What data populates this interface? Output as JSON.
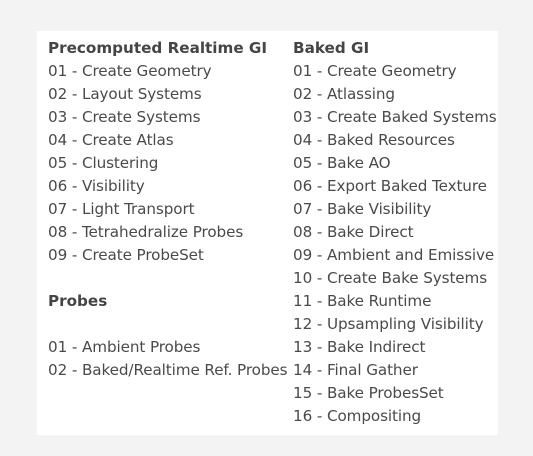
{
  "left_column": {
    "precomputed_heading": "Precomputed Realtime GI",
    "precomputed_items": [
      "01 - Create Geometry",
      "02 - Layout Systems",
      "03 - Create Systems",
      "04 - Create Atlas",
      "05 - Clustering",
      "06 - Visibility",
      "07 - Light Transport",
      "08 - Tetrahedralize Probes",
      "09 - Create ProbeSet"
    ],
    "probes_heading": "Probes",
    "probes_items": [
      "01 - Ambient Probes",
      "02 - Baked/Realtime Ref. Probes"
    ]
  },
  "right_column": {
    "baked_heading": "Baked GI",
    "baked_items": [
      "01 - Create Geometry",
      "02 - Atlassing",
      "03 - Create Baked Systems",
      "04 - Baked Resources",
      "05 - Bake AO",
      "06 - Export Baked Texture",
      "07 - Bake Visibility",
      "08 - Bake Direct",
      "09 - Ambient and Emissive",
      "10 - Create Bake Systems",
      "11 - Bake Runtime",
      "12 - Upsampling Visibility",
      "13 - Bake Indirect",
      "14 - Final Gather",
      "15 - Bake ProbesSet",
      "16 - Compositing"
    ]
  }
}
